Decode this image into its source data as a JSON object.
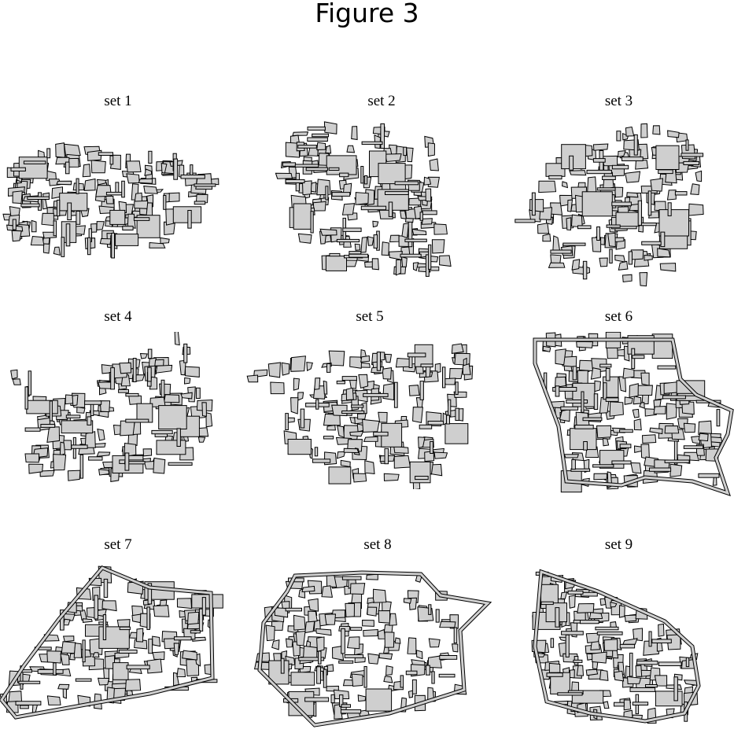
{
  "figure": {
    "title": "Figure 3"
  },
  "style": {
    "fill": "#cfcfcf",
    "stroke": "#000000"
  },
  "panels": [
    {
      "label": "set 1",
      "shape": "elongated-horizontal"
    },
    {
      "label": "set 2",
      "shape": "rectangular-comb"
    },
    {
      "label": "set 3",
      "shape": "round"
    },
    {
      "label": "set 4",
      "shape": "diagonal-branching"
    },
    {
      "label": "set 5",
      "shape": "wedge"
    },
    {
      "label": "set 6",
      "shape": "walled-quadrilateral"
    },
    {
      "label": "set 7",
      "shape": "walled-triangle"
    },
    {
      "label": "set 8",
      "shape": "walled-pentagon"
    },
    {
      "label": "set 9",
      "shape": "walled-diamond"
    }
  ]
}
